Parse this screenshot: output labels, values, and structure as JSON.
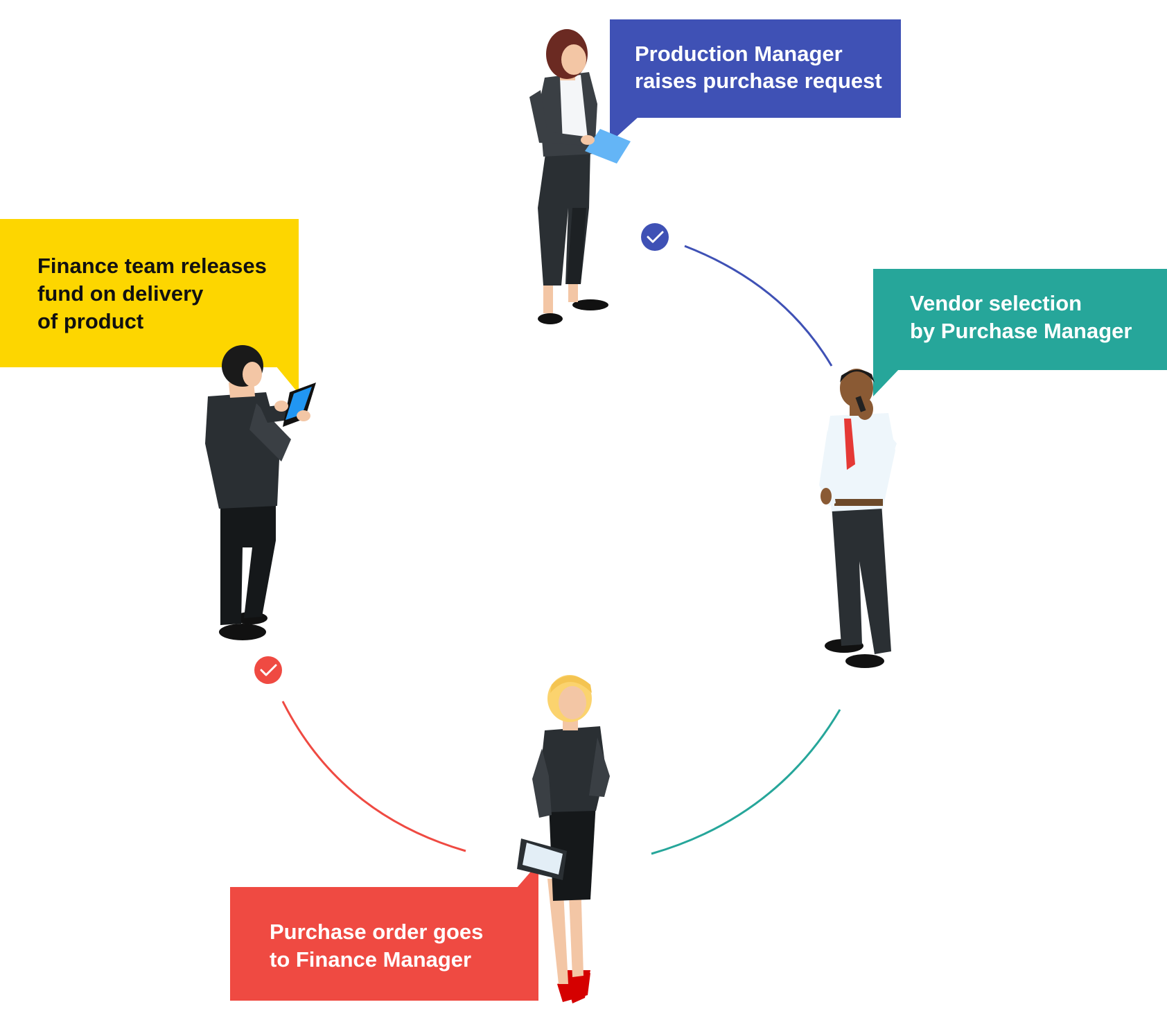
{
  "colors": {
    "blue": "#3f51b5",
    "teal": "#26a69a",
    "red": "#ef4a42",
    "yellow": "#fdd600",
    "suit": "#2a2f33",
    "skin": "#f3c6a5",
    "dark_skin": "#8a5a34"
  },
  "steps": [
    {
      "color_key": "blue",
      "lines": [
        "Production Manager",
        "raises purchase request"
      ]
    },
    {
      "color_key": "teal",
      "lines": [
        "Vendor selection",
        "by Purchase Manager"
      ]
    },
    {
      "color_key": "red",
      "lines": [
        "Purchase order goes",
        "to Finance Manager"
      ]
    },
    {
      "color_key": "yellow",
      "lines": [
        "Finance team releases",
        "fund on delivery",
        "of product"
      ]
    }
  ],
  "check_markers": [
    {
      "color_key": "blue",
      "icon": "check-icon"
    },
    {
      "color_key": "red",
      "icon": "check-icon"
    }
  ],
  "figures": [
    {
      "name": "production-manager-figure",
      "icon": "woman-with-tablet"
    },
    {
      "name": "purchase-manager-figure",
      "icon": "man-on-phone"
    },
    {
      "name": "finance-manager-figure",
      "icon": "woman-with-clipboard"
    },
    {
      "name": "finance-team-figure",
      "icon": "man-with-tablet"
    }
  ]
}
